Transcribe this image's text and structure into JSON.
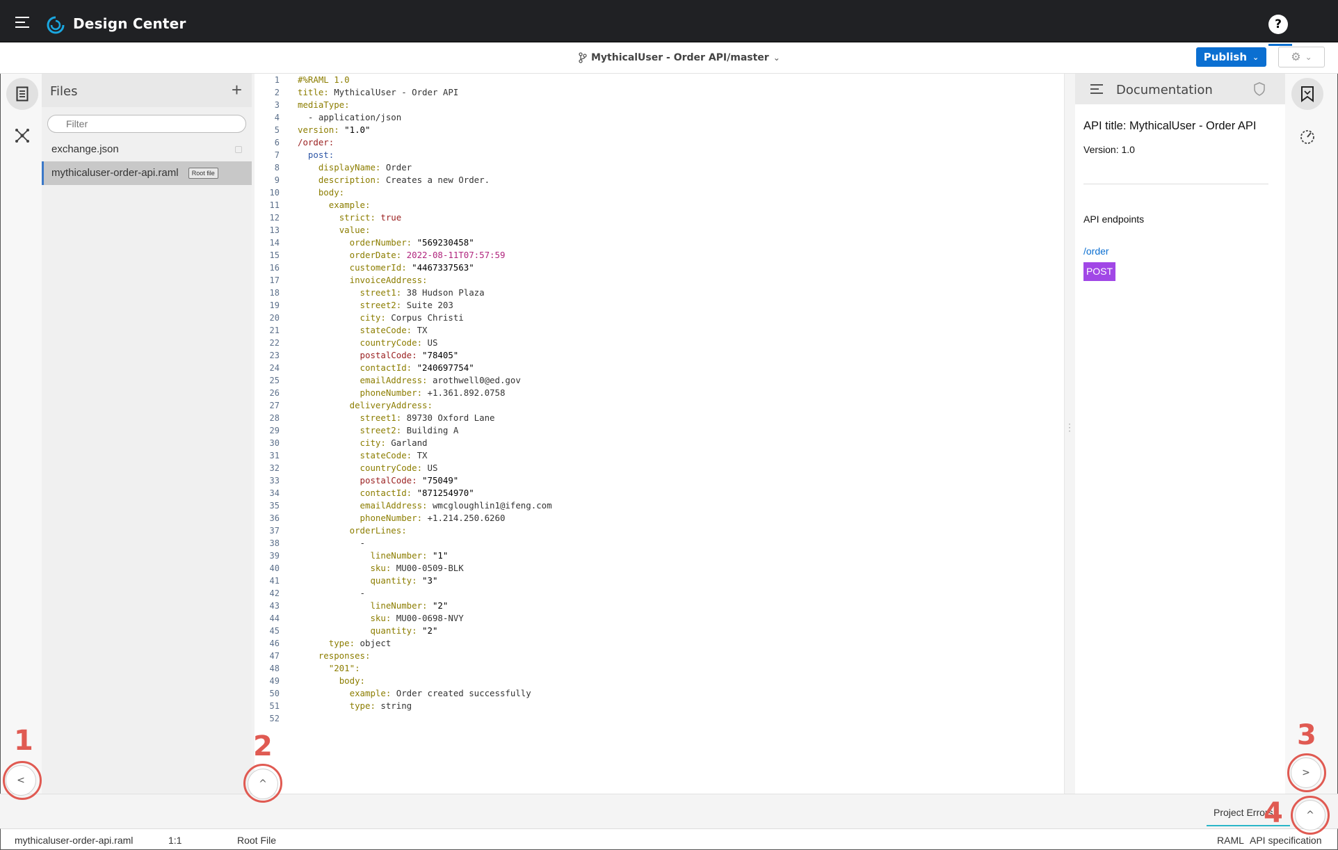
{
  "app": {
    "title": "Design Center",
    "help_label": "?"
  },
  "header": {
    "branch": "MythicalUser - Order API/master",
    "publish_label": "Publish"
  },
  "files": {
    "title": "Files",
    "filter_placeholder": "Filter",
    "items": [
      {
        "name": "exchange.json"
      },
      {
        "name": "mythicaluser-order-api.raml",
        "badge": "Root file"
      }
    ]
  },
  "editor": {
    "lines": [
      {
        "n": "1",
        "t": "#%RAML 1.0"
      },
      {
        "n": "2",
        "t": "title: MythicalUser - Order API"
      },
      {
        "n": "3",
        "t": "mediaType:"
      },
      {
        "n": "4",
        "t": "  - application/json"
      },
      {
        "n": "5",
        "t": "version: \"1.0\""
      },
      {
        "n": "6",
        "t": "/order:"
      },
      {
        "n": "7",
        "t": "  post:"
      },
      {
        "n": "8",
        "t": "    displayName: Order"
      },
      {
        "n": "9",
        "t": "    description: Creates a new Order."
      },
      {
        "n": "10",
        "t": "    body:"
      },
      {
        "n": "11",
        "t": "      example:"
      },
      {
        "n": "12",
        "t": "        strict: true"
      },
      {
        "n": "13",
        "t": "        value:"
      },
      {
        "n": "14",
        "t": "          orderNumber: \"569230458\""
      },
      {
        "n": "15",
        "t": "          orderDate: 2022-08-11T07:57:59"
      },
      {
        "n": "16",
        "t": "          customerId: \"4467337563\""
      },
      {
        "n": "17",
        "t": "          invoiceAddress:"
      },
      {
        "n": "18",
        "t": "            street1: 38 Hudson Plaza"
      },
      {
        "n": "19",
        "t": "            street2: Suite 203"
      },
      {
        "n": "20",
        "t": "            city: Corpus Christi"
      },
      {
        "n": "21",
        "t": "            stateCode: TX"
      },
      {
        "n": "22",
        "t": "            countryCode: US"
      },
      {
        "n": "23",
        "t": "            postalCode: \"78405\""
      },
      {
        "n": "24",
        "t": "            contactId: \"240697754\""
      },
      {
        "n": "25",
        "t": "            emailAddress: arothwell0@ed.gov"
      },
      {
        "n": "26",
        "t": "            phoneNumber: +1.361.892.0758"
      },
      {
        "n": "27",
        "t": "          deliveryAddress:"
      },
      {
        "n": "28",
        "t": "            street1: 89730 Oxford Lane"
      },
      {
        "n": "29",
        "t": "            street2: Building A"
      },
      {
        "n": "30",
        "t": "            city: Garland"
      },
      {
        "n": "31",
        "t": "            stateCode: TX"
      },
      {
        "n": "32",
        "t": "            countryCode: US"
      },
      {
        "n": "33",
        "t": "            postalCode: \"75049\""
      },
      {
        "n": "34",
        "t": "            contactId: \"871254970\""
      },
      {
        "n": "35",
        "t": "            emailAddress: wmcgloughlin1@ifeng.com"
      },
      {
        "n": "36",
        "t": "            phoneNumber: +1.214.250.6260"
      },
      {
        "n": "37",
        "t": "          orderLines:"
      },
      {
        "n": "38",
        "t": "            -"
      },
      {
        "n": "39",
        "t": "              lineNumber: \"1\""
      },
      {
        "n": "40",
        "t": "              sku: MU00-0509-BLK"
      },
      {
        "n": "41",
        "t": "              quantity: \"3\""
      },
      {
        "n": "42",
        "t": "            -"
      },
      {
        "n": "43",
        "t": "              lineNumber: \"2\""
      },
      {
        "n": "44",
        "t": "              sku: MU00-0698-NVY"
      },
      {
        "n": "45",
        "t": "              quantity: \"2\""
      },
      {
        "n": "46",
        "t": "      type: object"
      },
      {
        "n": "47",
        "t": "    responses:"
      },
      {
        "n": "48",
        "t": "      \"201\":"
      },
      {
        "n": "49",
        "t": "        body:"
      },
      {
        "n": "50",
        "t": "          example: Order created successfully"
      },
      {
        "n": "51",
        "t": "          type: string"
      },
      {
        "n": "52",
        "t": ""
      }
    ]
  },
  "documentation": {
    "title": "Documentation",
    "api_title": "API title: MythicalUser - Order API",
    "version": "Version: 1.0",
    "endpoints_label": "API endpoints",
    "endpoint_path": "/order",
    "method": "POST"
  },
  "toggles": {
    "left": "<",
    "up": "^",
    "right": ">",
    "bottom": "^"
  },
  "annotations": [
    "1",
    "2",
    "3",
    "4"
  ],
  "bottom_panel": {
    "tab": "Project Errors"
  },
  "status_bar": {
    "file": "mythicaluser-order-api.raml",
    "position": "1:1",
    "file_type": "Root File",
    "language": "RAML",
    "mode": "API specification"
  },
  "colors": {
    "accent": "#0b6fd1",
    "post": "#a147e6",
    "annotation": "#e05a52",
    "topbar": "#202124"
  }
}
